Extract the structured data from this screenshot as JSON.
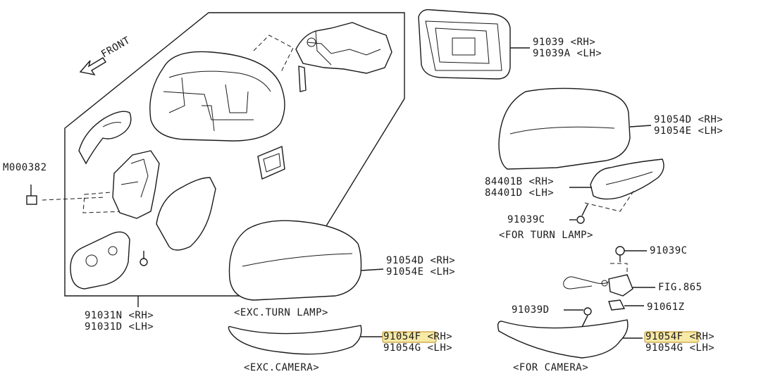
{
  "labels": {
    "front": "FRONT",
    "m000382": "M000382",
    "p91031n": "91031N <RH>",
    "p91031d": "91031D <LH>",
    "p91039": "91039  <RH>",
    "p91039a": "91039A <LH>",
    "p91054d_top": "91054D <RH>",
    "p91054e_top": "91054E <LH>",
    "p84401b": "84401B <RH>",
    "p84401d": "84401D <LH>",
    "p91039c_top": "91039C",
    "for_turn_lamp": "<FOR TURN LAMP>",
    "p91039c_mid": "91039C",
    "fig865": "FIG.865",
    "p91061z": "91061Z",
    "p91039d": "91039D",
    "p91054f_right": "91054F <RH>",
    "p91054g_right": "91054G <LH>",
    "for_camera": "<FOR CAMERA>",
    "p91054d_mid": "91054D <RH>",
    "p91054e_mid": "91054E <LH>",
    "exc_turn_lamp": "<EXC.TURN LAMP>",
    "p91054f_left": "91054F <RH>",
    "p91054g_left": "91054G <LH>",
    "exc_camera": "<EXC.CAMERA>"
  },
  "colors": {
    "line": "#1a1a1a",
    "highlight_fill": "#f7e9a6",
    "highlight_stroke": "#c9a13a"
  }
}
